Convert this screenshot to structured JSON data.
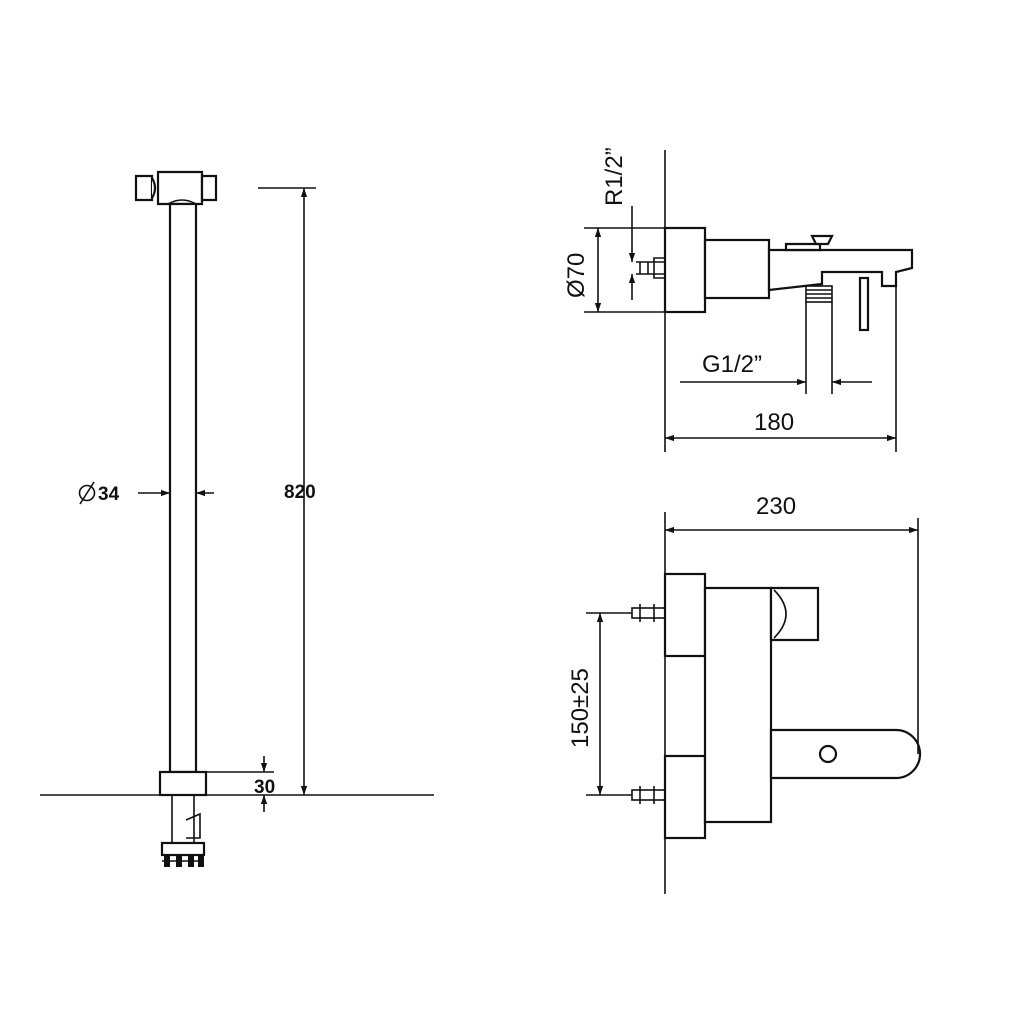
{
  "dimensions": {
    "diameter_34": "34",
    "height_820": "820",
    "base_30": "30",
    "thread_r": "R1/2”",
    "diameter_70": "Ø70",
    "thread_g": "G1/2”",
    "depth_180": "180",
    "width_230": "230",
    "spacing": "150±25"
  },
  "colors": {
    "line": "#111111",
    "background": "#ffffff"
  }
}
